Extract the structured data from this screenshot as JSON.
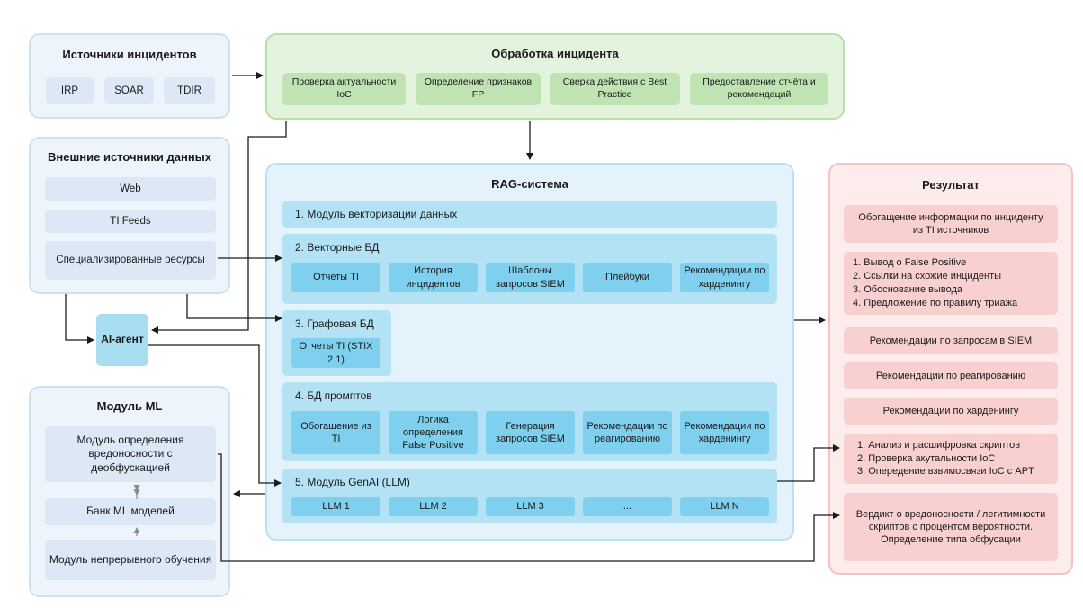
{
  "sources": {
    "title": "Источники инцидентов",
    "items": [
      "IRP",
      "SOAR",
      "TDIR"
    ]
  },
  "processing": {
    "title": "Обработка инцидента",
    "items": [
      "Проверка актуальности IoC",
      "Определение признаков FP",
      "Сверка действия с Best Practice",
      "Предоставление отчёта и рекомендаций"
    ]
  },
  "external": {
    "title": "Внешние источники данных",
    "items": [
      "Web",
      "TI Feeds",
      "Специализированные ресурсы"
    ]
  },
  "ai_agent": {
    "label": "AI-агент"
  },
  "ml": {
    "title": "Модуль ML",
    "items": [
      "Модуль определения вредоносности с деобфускацией",
      "Банк ML моделей",
      "Модуль непрерывного обучения"
    ]
  },
  "rag": {
    "title": "RAG-система",
    "row1": {
      "label": "1. Модуль векторизации данных"
    },
    "row2": {
      "label": "2. Векторные БД",
      "items": [
        "Отчеты TI",
        "История инцидентов",
        "Шаблоны запросов SIEM",
        "Плейбуки",
        "Рекомендации по харденингу"
      ]
    },
    "row3": {
      "label": "3. Графовая БД",
      "items": [
        "Отчеты TI (STIX 2.1)"
      ]
    },
    "row4": {
      "label": "4. БД промптов",
      "items": [
        "Обогащение из TI",
        "Логика определения False Positive",
        "Генерация запросов SIEM",
        "Рекомендации по реагированию",
        "Рекомендации по харденингу"
      ]
    },
    "row5": {
      "label": "5. Модуль GenAI (LLM)",
      "items": [
        "LLM 1",
        "LLM 2",
        "LLM 3",
        "...",
        "LLM N"
      ]
    }
  },
  "result": {
    "title": "Результат",
    "enrich": "Обогащение информации по инциденту из TI источников",
    "fp_list": [
      "1. Вывод о False Positive",
      "2. Ссылки на схожие инциденты",
      "3. Обоснование вывода",
      "4. Предложение по правилу триажа"
    ],
    "siem": "Рекомендации по запросам в SIEM",
    "response": "Рекомендации по реагированию",
    "hardening": "Рекомендации по харденингу",
    "script_list": [
      "1. Анализ и расшифровка скриптов",
      "2. Проверка акутальности IoC",
      "3. Опередение взвимосвязи IoC с APT"
    ],
    "verdict": "Вердикт о вредоносности / легитимности скриптов с процентом вероятности. Определение типа обфусации"
  },
  "colors": {
    "line": "#1a1a1a",
    "green_border": "#b8e0aa",
    "blue_border": "#cfe0f3",
    "rag_border": "#b8e1f4",
    "red_border": "#f4c2c2"
  }
}
